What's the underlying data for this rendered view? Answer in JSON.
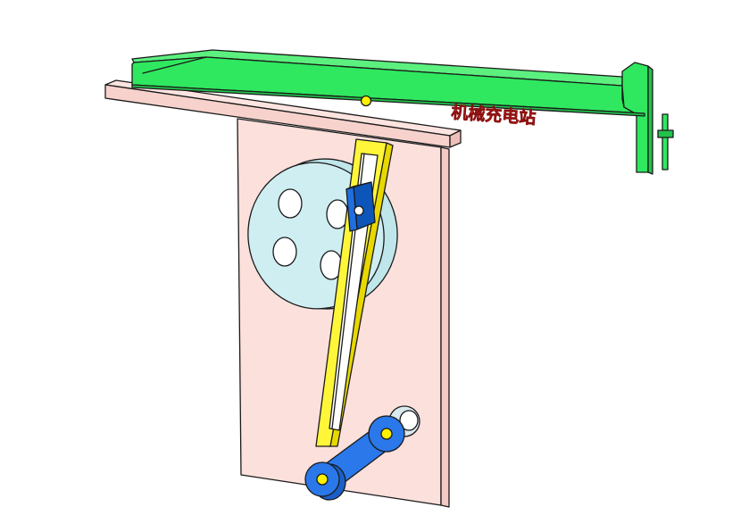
{
  "diagram": {
    "watermark": "机械充电站",
    "colors": {
      "outline": "#1a1a1a",
      "background": "#ffffff",
      "base_plate": "#fce0dc",
      "beam": "#2fe85f",
      "beam_shade": "#22c24c",
      "slider_arm": "#fff63a",
      "wheel": "#cfeef2",
      "block": "#1f6fe0",
      "crank": "#2a78ea",
      "pin": "#fff200",
      "watermark": "#f03a3a"
    },
    "parts": [
      "base-plate",
      "top-rail",
      "green-beam",
      "end-hook",
      "lock-pin",
      "flywheel-disc",
      "slotted-yellow-arm",
      "slider-block",
      "crank-link",
      "shaft-bearing"
    ]
  }
}
